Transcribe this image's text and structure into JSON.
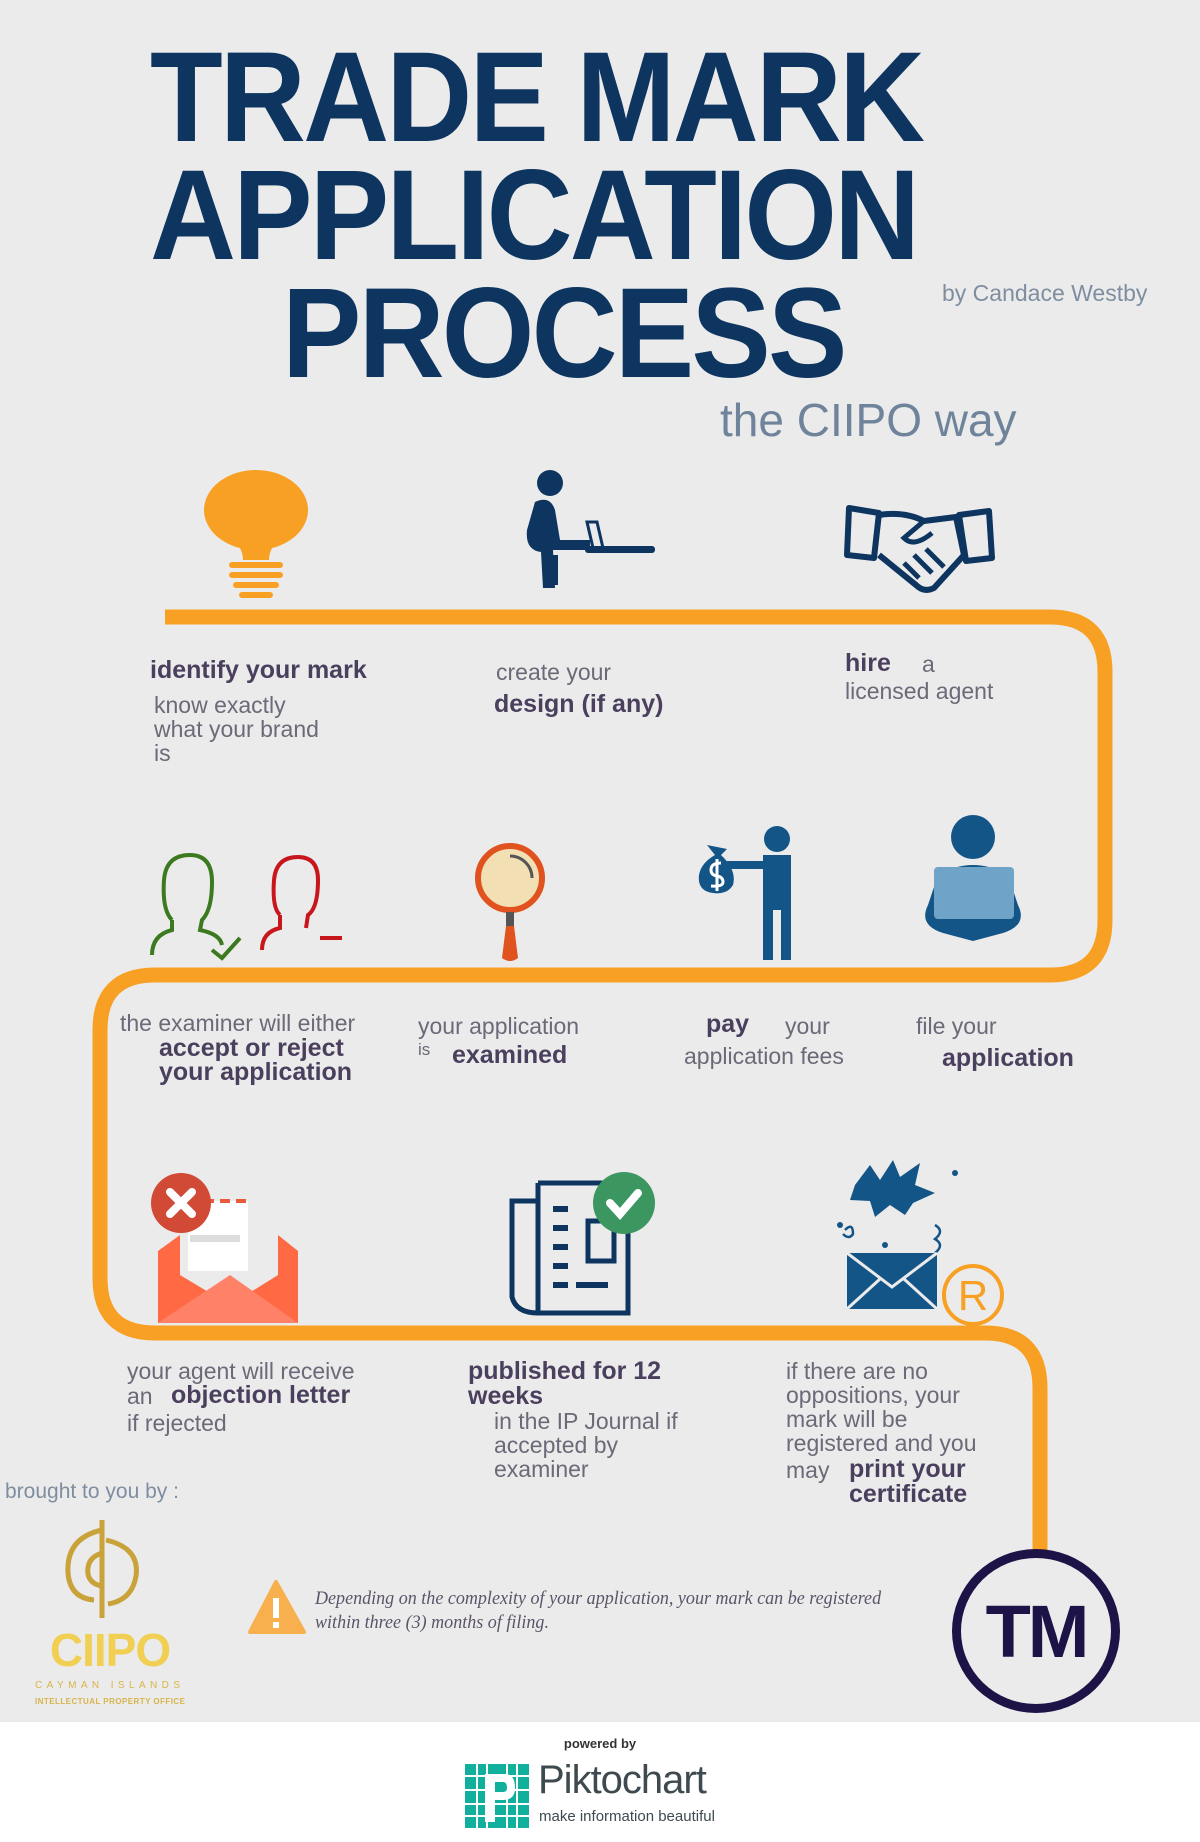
{
  "header": {
    "title_lines": [
      "TRADE MARK",
      "APPLICATION",
      "PROCESS"
    ],
    "author": "by Candace Westby",
    "subtitle": "the CIIPO way"
  },
  "colors": {
    "title": "#0d3560",
    "path": "#f7a023",
    "bold_text": "#4b3f5e",
    "text": "#6a6a78",
    "tm": "#1e1347",
    "background": "#ebebeb"
  },
  "steps": [
    {
      "icon": "lightbulb-icon",
      "bold": "identify your mark",
      "text": [
        "know exactly",
        "what your brand",
        "is"
      ]
    },
    {
      "icon": "person-laptop-icon",
      "text": [
        "create your"
      ],
      "bold": "design (if any)"
    },
    {
      "icon": "handshake-icon",
      "bold": "hire",
      "text": [
        "a",
        "licensed agent"
      ]
    },
    {
      "icon": "laptop-meditation-icon",
      "text": [
        "file your"
      ],
      "bold": "application"
    },
    {
      "icon": "money-bag-icon",
      "bold": "pay",
      "text": [
        "your",
        "application fees"
      ]
    },
    {
      "icon": "magnifier-icon",
      "text": [
        "your application",
        "is"
      ],
      "bold": "examined"
    },
    {
      "icon": "accept-reject-heads-icon",
      "text": [
        "the examiner will either"
      ],
      "bold_lines": [
        "accept or reject",
        "your application"
      ]
    },
    {
      "icon": "rejected-envelope-icon",
      "text": [
        "your agent will receive",
        "an",
        "if rejected"
      ],
      "bold": "objection letter"
    },
    {
      "icon": "newspaper-check-icon",
      "bold_lines": [
        "published for 12",
        "weeks"
      ],
      "text": [
        "in the IP Journal if",
        "accepted by",
        "examiner"
      ]
    },
    {
      "icon": "celebration-registered-icon",
      "text": [
        "if there are no",
        "oppositions, your",
        "mark will be",
        "registered and you",
        "may"
      ],
      "bold_lines": [
        "print your",
        "certificate"
      ]
    }
  ],
  "credits": {
    "brought_by": "brought to you by :",
    "logo_text": "CIIPO",
    "logo_sub1": "CAYMAN ISLANDS",
    "logo_sub2": "INTELLECTUAL PROPERTY OFFICE"
  },
  "note": {
    "icon": "warning-icon",
    "lines": [
      "Depending on the complexity of your application, your mark can be registered",
      "within three (3) months of filing."
    ]
  },
  "tm_badge": "TM",
  "registered_symbol": "R",
  "footer": {
    "powered_by": "powered by",
    "brand": "Piktochart",
    "tagline": "make information beautiful"
  }
}
